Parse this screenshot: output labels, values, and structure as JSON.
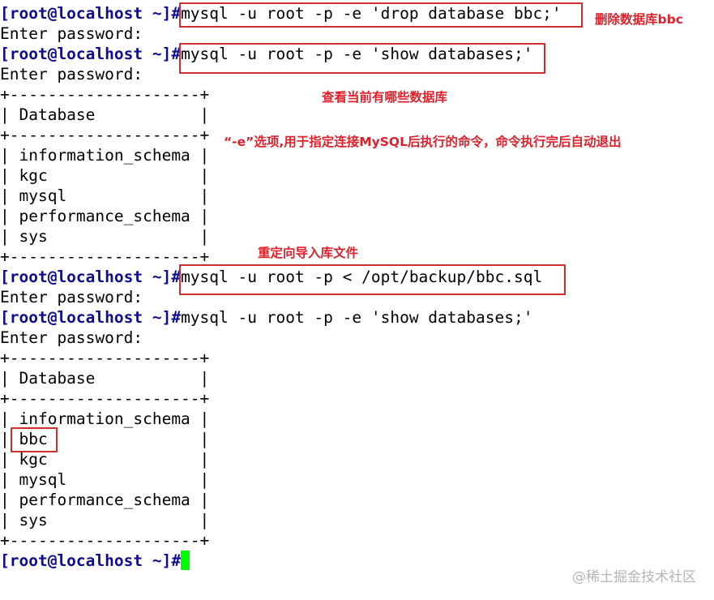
{
  "terminal": {
    "prompt": "[root@localhost ~]#",
    "cmd1": "mysql -u root -p -e 'drop database bbc;'",
    "cmd2": "mysql -u root -p -e 'show databases;'",
    "cmd3": "mysql -u root -p < /opt/backup/bbc.sql",
    "cmd4": "mysql -u root -p -e 'show databases;'",
    "password_prompt": "Enter password:",
    "table_border": "+--------------------+",
    "table_header": "| Database           |",
    "table1_rows": [
      "| information_schema |",
      "| kgc                |",
      "| mysql              |",
      "| performance_schema |",
      "| sys                |"
    ],
    "table2_rows": [
      "| information_schema |",
      "| bbc                |",
      "| kgc                |",
      "| mysql              |",
      "| performance_schema |",
      "| sys                |"
    ]
  },
  "annotations": {
    "drop_db": "删除数据库bbc",
    "show_dbs": "查看当前有哪些数据库",
    "e_option": "“-e”选项,用于指定连接MySQL后执行的命令，命令执行完后自动退出",
    "redirect_import": "重定向导入库文件"
  },
  "watermark": "@稀土掘金技术社区",
  "colors": {
    "prompt": "#0d0d8f",
    "annotation": "#e0202a",
    "highlight_box": "#d22b2b",
    "cursor": "#00ff00",
    "watermark": "#b5b5b5"
  }
}
